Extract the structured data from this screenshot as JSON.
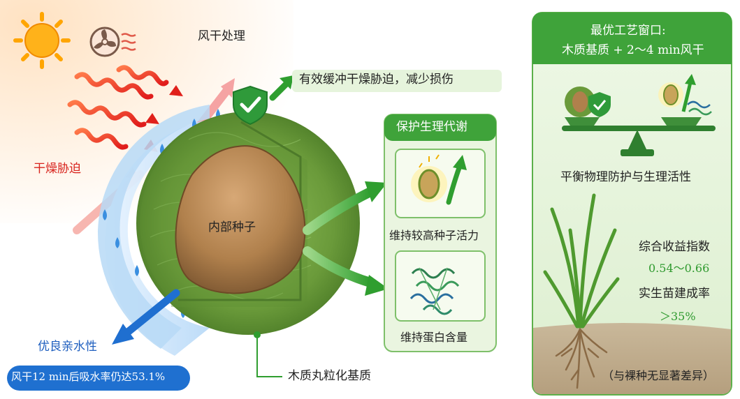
{
  "labels": {
    "wind_dry_treatment": "风干处理",
    "drought_stress": "干燥胁迫",
    "buffer_benefit": "有效缓冲干燥胁迫，减少损伤",
    "inner_seed": "内部种子",
    "good_hydrophilicity": "优良亲水性",
    "water_absorption": "风干12 min后吸水率仍达53.1%",
    "wood_pellet_matrix": "木质丸粒化基质"
  },
  "metabolism": {
    "title": "保护生理代谢",
    "vigor": "维持较高种子活力",
    "protein": "维持蛋白含量"
  },
  "optimal": {
    "title_line1": "最优工艺窗口:",
    "title_line2": "木质基质 + 2～4 min风干",
    "balance": "平衡物理防护与生理活性",
    "index_label": "综合收益指数",
    "index_value": "0.54～0.66",
    "seedling_label": "实生苗建成率",
    "seedling_value": "＞35%",
    "note": "（与裸种无显著差异）"
  },
  "colors": {
    "green_dark": "#2e8b2e",
    "green_title": "#3fa33a",
    "green_light": "#e6f4dc",
    "green_text": "#2f9a2f",
    "red_text": "#d8241e",
    "blue_text": "#1f5fbf",
    "blue_pill": "#1f70d0",
    "seed_brown": "#b48552",
    "sun": "#ffb21a"
  }
}
